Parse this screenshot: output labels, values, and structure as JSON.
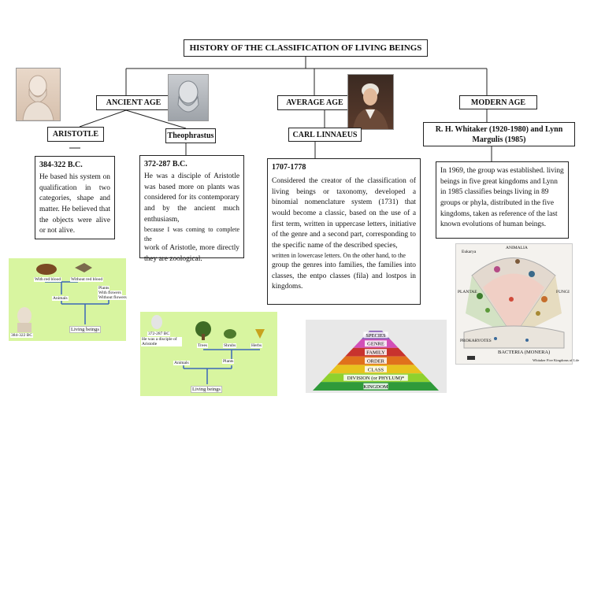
{
  "title": "HISTORY OF THE CLASSIFICATION OF LIVING BEINGS",
  "eras": {
    "ancient": "ANCIENT AGE",
    "average": "AVERAGE AGE",
    "modern": "MODERN AGE"
  },
  "people": {
    "aristotle": "ARISTOTLE",
    "theophrastus": "Theophrastus",
    "linnaeus": "CARL LINNAEUS",
    "whitaker": "R. H. Whitaker (1920-1980) and Lynn Margulis (1985)"
  },
  "aristotle_box": {
    "date": "384-322 B.C.",
    "text": "He based his system on qualification in two categories, shape and matter. He believed that the objects were alive or not alive."
  },
  "theophrastus_box": {
    "date": "372-287 B.C.",
    "text1": "He was a disciple of Aristotle was based more on plants was considered for its contemporary and by the ancient much enthusiasm,",
    "text2": "because I was coming to complete the",
    "text3": "work of Aristotle, more directly they are zoological."
  },
  "linnaeus_box": {
    "date": "1707-1778",
    "text1": "Considered the creator of the classification of living beings or taxonomy, developed a binomial nomenclature system (1731) that would become a classic, based on the use of a first term, written in uppercase letters, initiative of the genre and a second part, corresponding to the specific name of the described species,",
    "text2": "written in lowercase letters. On the other hand, to the",
    "text3": "group the genres into families, the families into classes, the entpo classes (fila) and lostpos in kingdoms."
  },
  "whitaker_box": {
    "text": "In 1969, the group was established. living beings in five great kingdoms and Lynn in 1985 classifies beings living in 89 groups or phyla, distributed in the five kingdoms, taken as reference of the last known evolutions of human beings."
  },
  "aristotle_diagram": {
    "with_blood": "With red blood",
    "without_blood": "Without red blood",
    "plants": "Plants",
    "plants_sub": "With flowers",
    "plants_sub2": "Without flowers",
    "animals": "Animals",
    "living": "Living beings",
    "date": "384-322 BC"
  },
  "theophrastus_diagram": {
    "date": "372-287 BC",
    "note": "He was a disciple of Aristotle",
    "trees": "Trees",
    "shrubs": "Shrubs",
    "herbs": "Herbs",
    "animals": "Animals",
    "plants": "Plants",
    "living": "Living beings"
  },
  "pyramid": {
    "levels": [
      "SPECIES",
      "GENRE",
      "FAMILY",
      "ORDER",
      "CLASS",
      "DIVISION (or PHYLUM)*",
      "KINGDOM"
    ],
    "colors": [
      "#7d4fb0",
      "#d24fb7",
      "#c8332e",
      "#e0711c",
      "#e8c21e",
      "#8fd12e",
      "#2f9a3a"
    ]
  },
  "kingdoms_image": {
    "top_left": "Eukarya",
    "top": "ANIMALIA",
    "left": "PLANTAE",
    "right": "FUNGI",
    "bottom_left": "PROKARYOTES",
    "bottom": "BACTERIA (MONERA)",
    "footer": "Whitaker   Five Kingdoms of Life"
  }
}
